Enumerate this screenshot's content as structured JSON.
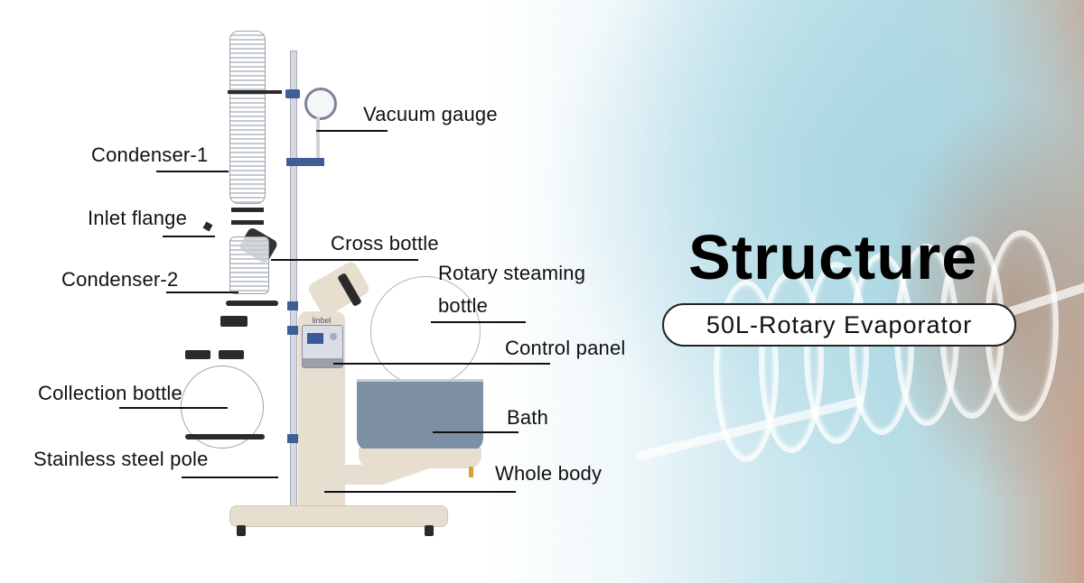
{
  "title": "Structure",
  "subtitle": "50L-Rotary Evaporator",
  "brand_on_device": "linbel",
  "labels": [
    {
      "id": "vacuum-gauge",
      "text": "Vacuum gauge"
    },
    {
      "id": "condenser-1",
      "text": "Condenser-1"
    },
    {
      "id": "inlet-flange",
      "text": "Inlet flange"
    },
    {
      "id": "cross-bottle",
      "text": "Cross bottle"
    },
    {
      "id": "rotary-steaming-bottle-1",
      "text": "Rotary steaming"
    },
    {
      "id": "rotary-steaming-bottle-2",
      "text": "bottle"
    },
    {
      "id": "condenser-2",
      "text": "Condenser-2"
    },
    {
      "id": "control-panel",
      "text": "Control panel"
    },
    {
      "id": "collection-bottle",
      "text": "Collection bottle"
    },
    {
      "id": "bath",
      "text": "Bath"
    },
    {
      "id": "stainless-steel-pole",
      "text": "Stainless steel pole"
    },
    {
      "id": "whole-body",
      "text": "Whole body"
    }
  ],
  "colors": {
    "text": "#111111",
    "bath": "#7d8fa3",
    "body": "#e6dfd0",
    "clamp": "#3d5f95",
    "background_accent": "#b9dfe8"
  }
}
